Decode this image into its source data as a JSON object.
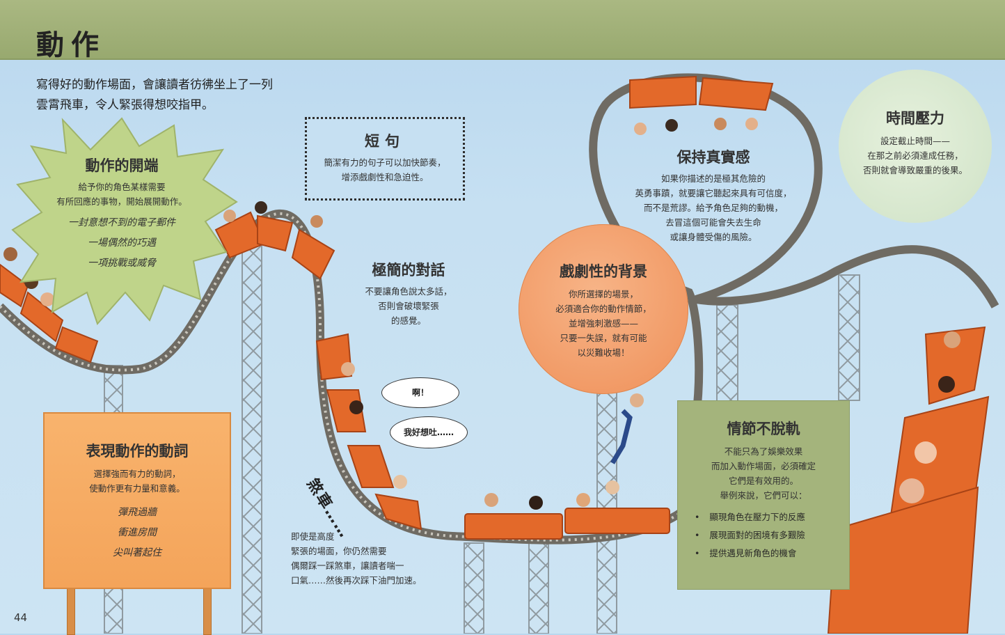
{
  "title": "動作",
  "intro": [
    "寫得好的動作場面，會讓讀者彷彿坐上了一列",
    "雲霄飛車，令人緊張得想咬指甲。"
  ],
  "starburst": {
    "heading": "動作的開端",
    "body": [
      "給予你的角色某樣需要",
      "有所回應的事物，開始展開動作。"
    ],
    "handwritten": [
      "一封意想不到的電子郵件",
      "一場偶然的巧遇",
      "一項挑戰或威脅"
    ]
  },
  "short_sentences": {
    "heading": "短句",
    "body": [
      "簡潔有力的句子可以加快節奏，",
      "增添戲劇性和急迫性。"
    ]
  },
  "minimal_dialogue": {
    "heading": "極簡的對話",
    "body": [
      "不要讓角色說太多話，",
      "否則會破壞緊張",
      "的感覺。"
    ]
  },
  "speech_bubbles": [
    "啊！",
    "我好想吐……"
  ],
  "dramatic_setting": {
    "heading": "戲劇性的背景",
    "body": [
      "你所選擇的場景，",
      "必須適合你的動作情節，",
      "並增強刺激感——",
      "只要一失誤，就有可能",
      "以災難收場！"
    ]
  },
  "keep_real": {
    "heading": "保持真實感",
    "body": [
      "如果你描述的是極其危險的",
      "英勇事蹟，就要讓它聽起來具有可信度，",
      "而不是荒謬。給予角色足夠的動機，",
      "去冒這個可能會失去生命",
      "或讓身體受傷的風險。"
    ]
  },
  "time_pressure": {
    "heading": "時間壓力",
    "body": [
      "設定截止時間——",
      "在那之前必須達成任務，",
      "否則就會導致嚴重的後果。"
    ]
  },
  "action_verbs": {
    "heading": "表現動作的動詞",
    "body": [
      "選擇強而有力的動詞，",
      "使動作更有力量和意義。"
    ],
    "handwritten": [
      "彈飛過牆",
      "衝進房間",
      "尖叫著起住"
    ]
  },
  "brakes": {
    "label": "煞車……",
    "body": [
      "即使是高度",
      "緊張的場面，你仍然需要",
      "偶爾踩一踩煞車，讓讀者喘一",
      "口氣……然後再次踩下油門加速。"
    ]
  },
  "on_track": {
    "heading": "情節不脫軌",
    "body": [
      "不能只為了娛樂效果",
      "而加入動作場面，必須確定",
      "它們是有效用的。",
      "舉例來說，它們可以："
    ],
    "bullets": [
      "顯現角色在壓力下的反應",
      "展現面對的困境有多艱險",
      "提供遇見新角色的機會"
    ]
  },
  "page_number": "44",
  "colors": {
    "header": "#a3b37b",
    "sky": "#c6e0f2",
    "orange": "#f4a45a",
    "green_box": "#a4b47c",
    "track": "#6f6b63"
  }
}
